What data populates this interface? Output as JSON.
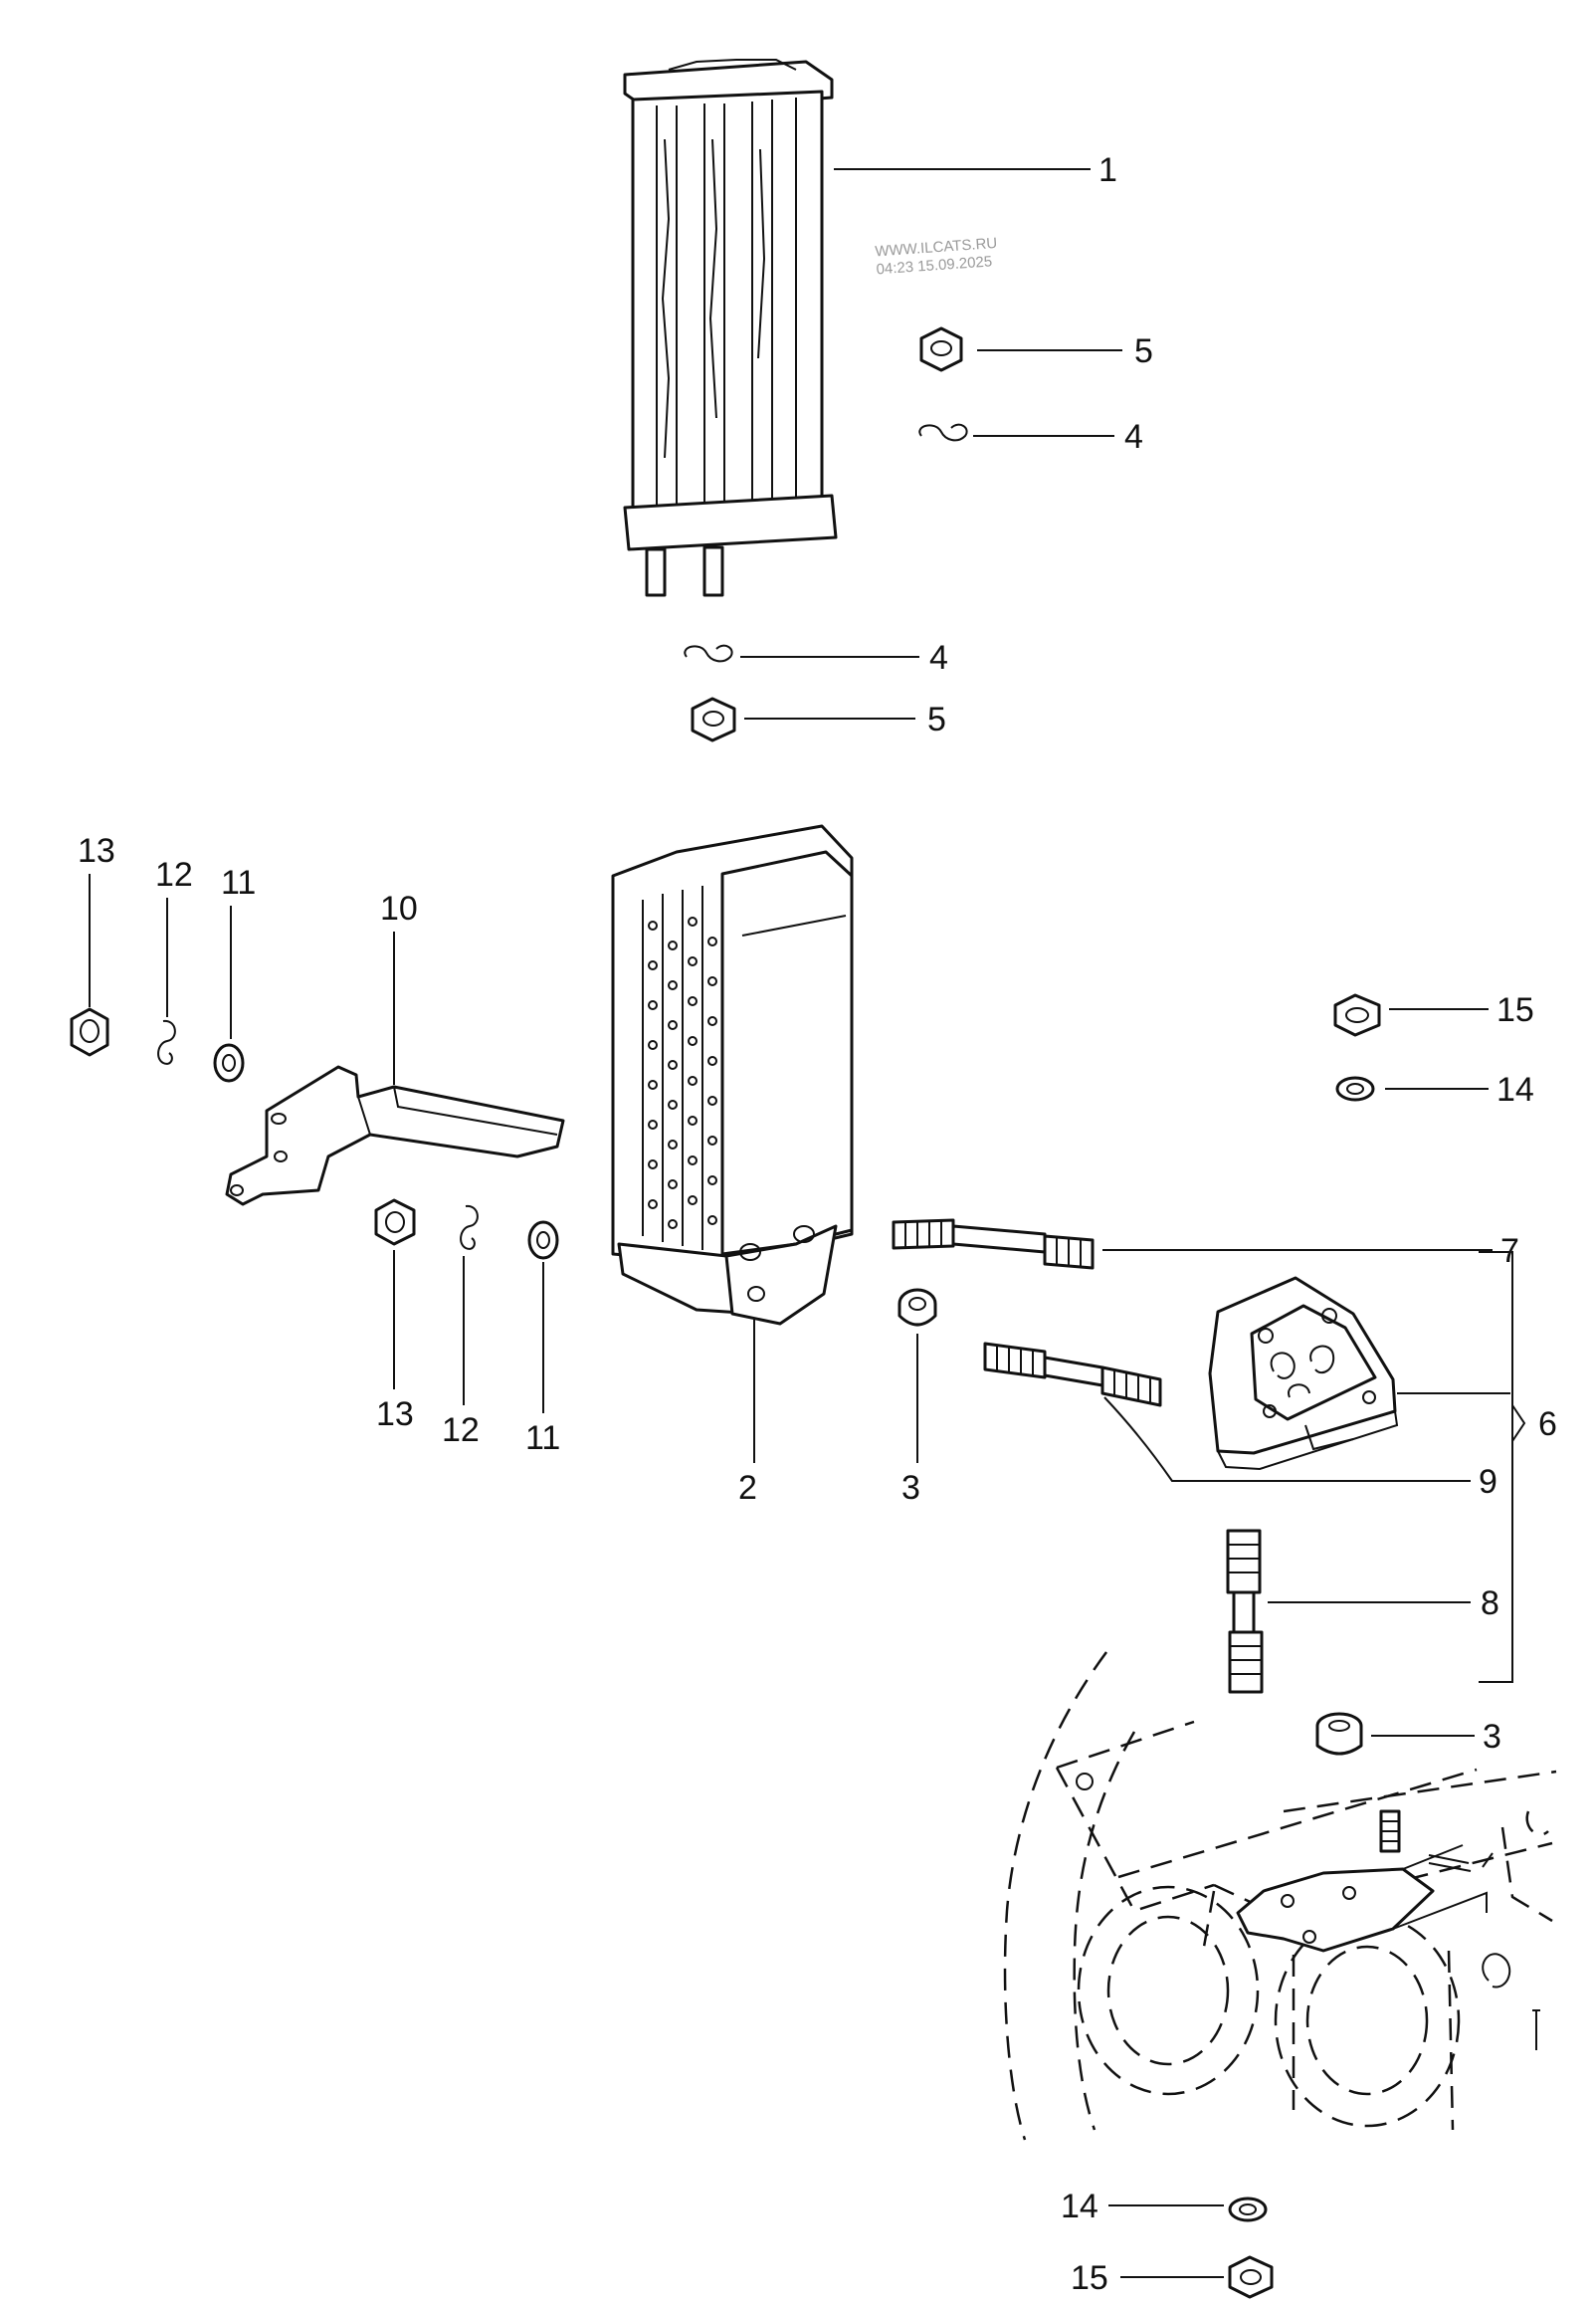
{
  "watermark": {
    "line1": "WWW.ILCATS.RU",
    "line2": "04:23 15.09.2025"
  },
  "callouts": {
    "c1": "1",
    "c5a": "5",
    "c4a": "4",
    "c4b": "4",
    "c5b": "5",
    "c13a": "13",
    "c12a": "12",
    "c11a": "11",
    "c10": "10",
    "c13b": "13",
    "c12b": "12",
    "c11b": "11",
    "c2": "2",
    "c3a": "3",
    "c15a": "15",
    "c14a": "14",
    "c7": "7",
    "c6": "6",
    "c9": "9",
    "c8": "8",
    "c3b": "3",
    "c14b": "14",
    "c15b": "15"
  }
}
